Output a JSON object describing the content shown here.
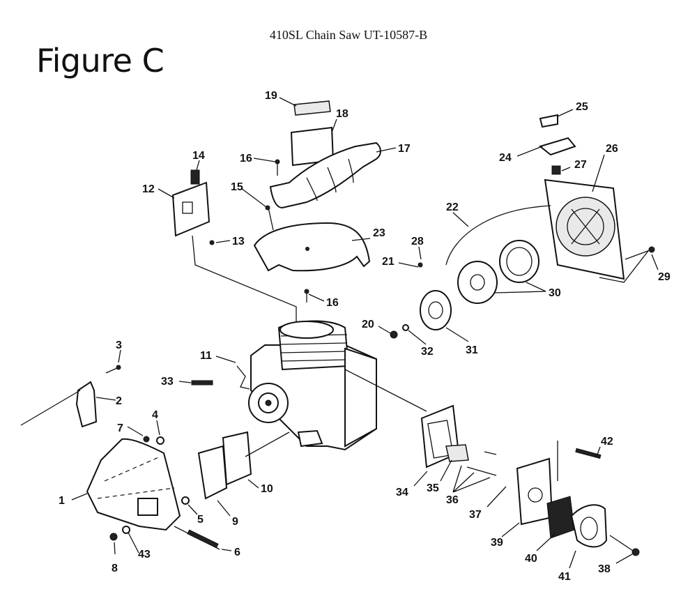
{
  "title": "410SL Chain Saw UT-10587-B",
  "figure_label": "Figure C",
  "callouts": [
    "1",
    "2",
    "3",
    "4",
    "5",
    "6",
    "7",
    "8",
    "9",
    "10",
    "11",
    "12",
    "13",
    "14",
    "15",
    "16",
    "16",
    "17",
    "18",
    "19",
    "20",
    "21",
    "22",
    "23",
    "24",
    "25",
    "26",
    "27",
    "28",
    "29",
    "30",
    "31",
    "32",
    "33",
    "34",
    "35",
    "36",
    "37",
    "38",
    "39",
    "40",
    "41",
    "42",
    "43"
  ]
}
